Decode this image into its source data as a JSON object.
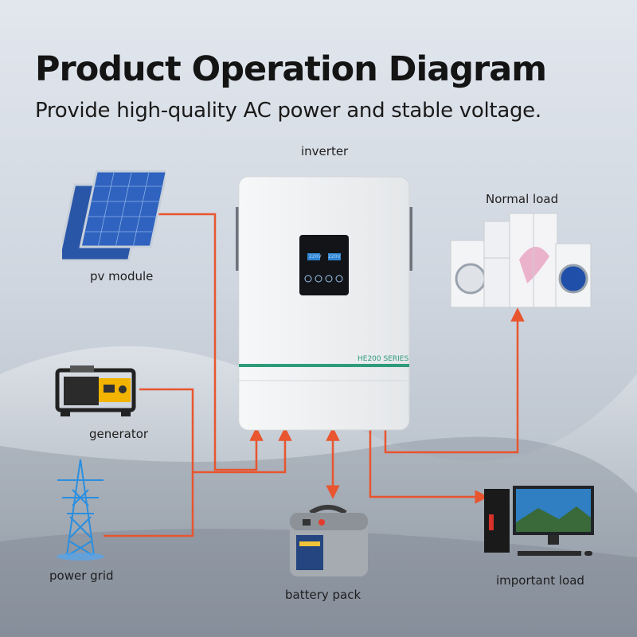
{
  "header": {
    "title": "Product Operation Diagram",
    "subtitle": "Provide high-quality AC power and stable voltage."
  },
  "components": {
    "inverter": {
      "label": "inverter",
      "series": "HE200 SERIES",
      "display_left": "220V",
      "display_right": "220V"
    },
    "pv_module": {
      "label": "pv module"
    },
    "generator": {
      "label": "generator"
    },
    "power_grid": {
      "label": "power grid"
    },
    "battery_pack": {
      "label": "battery pack"
    },
    "normal_load": {
      "label": "Normal load"
    },
    "important_load": {
      "label": "important load"
    }
  },
  "colors": {
    "connection": "#e8552f",
    "inverter_accent": "#2e9b7b",
    "background_top": "#dde3ea",
    "background_bottom": "#9aa5b1"
  }
}
